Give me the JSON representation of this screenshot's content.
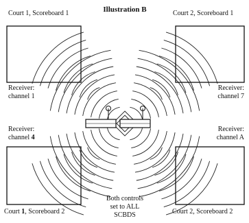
{
  "title": "Illustration B",
  "court1_sb1": "Court 1, Scoreboard 1",
  "court2_sb1": "Court 2, Scoreboard 1",
  "court1_sb2_prefix": "Court ",
  "court1_sb2_num": "1",
  "court1_sb2_suffix": ", Scoreboard 2",
  "court2_sb2": "Court 2, Scoreboard 2",
  "receiver_label": "Receiver:",
  "ch1": "channel 1",
  "ch7": "channel 7",
  "ch4_prefix": "channel ",
  "ch4_num": "4",
  "chA": "channel A",
  "note_line1": "Both controls",
  "note_line2": "set to ALL",
  "note_line3": "SCBDS",
  "colors": {
    "ink": "#111111",
    "wave": "#222222",
    "background": "#ffffff"
  }
}
